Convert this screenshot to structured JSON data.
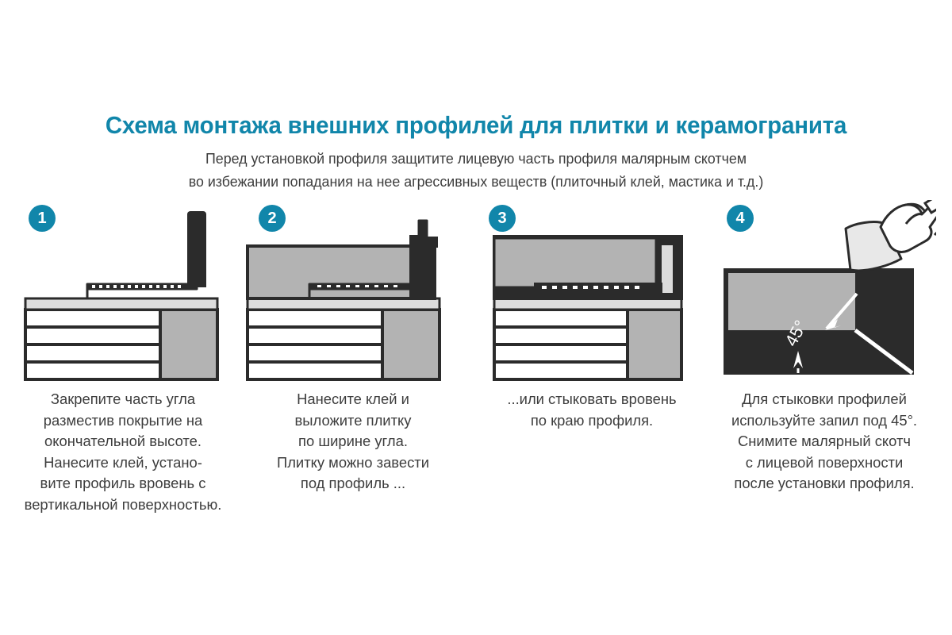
{
  "header": {
    "title": "Схема монтажа внешних профилей для плитки и керамогранита",
    "subtitle_line1": "Перед установкой профиля защитите лицевую часть профиля малярным скотчем",
    "subtitle_line2": "во избежании попадания на нее агрессивных веществ (плиточный клей, мастика и т.д.)"
  },
  "colors": {
    "accent": "#1186aa",
    "text": "#3d3d3d",
    "profile_dark": "#2b2b2b",
    "tile_gray": "#b3b3b3",
    "adhesive_light": "#dcdcdc",
    "substrate_white": "#ffffff",
    "outline": "#2b2b2b",
    "tape_light": "#e2e2e2"
  },
  "steps": [
    {
      "number": "1",
      "caption": "Закрепите часть угла\nразместив покрытие на\nокончательной высоте.\nНанесите клей, устано-\nвите профиль вровень с\nвертикальной поверхностью."
    },
    {
      "number": "2",
      "caption": "Нанесите клей и\nвыложите плитку\nпо ширине угла.\nПлитку можно завести\nпод профиль ..."
    },
    {
      "number": "3",
      "caption": "...или стыковать вровень\nпо краю профиля."
    },
    {
      "number": "4",
      "caption": "Для стыковки профилей\nиспользуйте запил под 45°.\nСнимите малярный скотч\nс лицевой поверхности\nпосле установки профиля."
    }
  ],
  "annotations": {
    "angle_label": "45°"
  }
}
